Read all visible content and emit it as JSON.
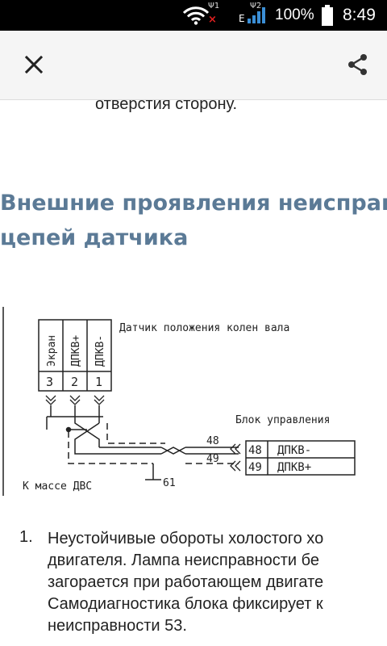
{
  "status_bar": {
    "sim1_label": "Ψ1",
    "sim1_status": "×",
    "network_type": "E",
    "sim2_label": "Ψ2",
    "battery_percent": "100%",
    "time": "8:49",
    "icons": [
      "wifi-icon",
      "no-signal-icon",
      "signal-icon",
      "battery-icon"
    ]
  },
  "app_bar": {
    "icons": [
      "close-icon",
      "share-icon"
    ]
  },
  "article": {
    "cut_line": "отверстия сторону.",
    "heading_line1": "Внешние проявления неисправн",
    "heading_line2": "цепей датчика",
    "heading_color": "#5b7a96",
    "diagram": {
      "sensor_title": "Датчик положения колен вала",
      "pins": [
        {
          "name": "Экран",
          "number": "3"
        },
        {
          "name": "ДПКВ+",
          "number": "2"
        },
        {
          "name": "ДПКВ-",
          "number": "1"
        }
      ],
      "block_title": "Блок управления",
      "block_pins": [
        {
          "number": "48",
          "name": "ДПКВ-"
        },
        {
          "number": "49",
          "name": "ДПКВ+"
        }
      ],
      "wire_label_48": "48",
      "wire_label_49": "49",
      "ground_label": "К массе ДВС",
      "ground_pin": "61"
    },
    "list": [
      {
        "number": "1.",
        "lines": [
          "Неустойчивые обороты холостого хо",
          "двигателя. Лампа неисправности бе",
          "загорается при работающем двигате",
          "Самодиагностика блока фиксирует к",
          "неисправности 53."
        ]
      }
    ]
  }
}
